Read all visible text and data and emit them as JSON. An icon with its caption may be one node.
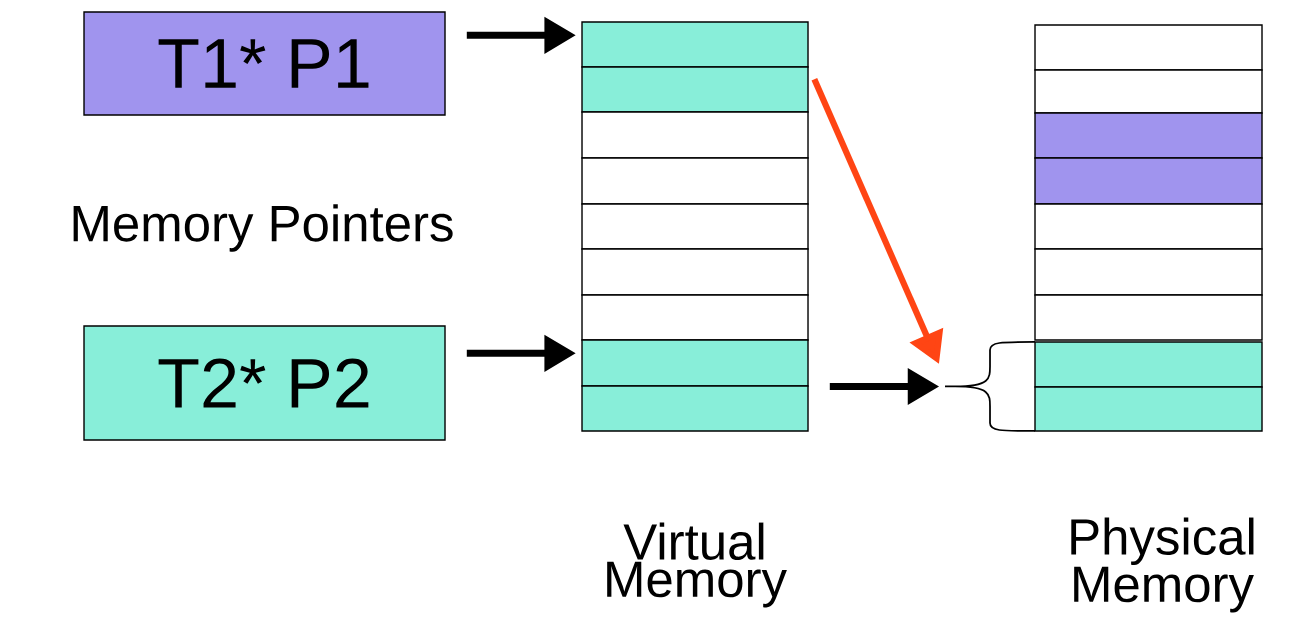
{
  "diagram": {
    "nodes": [
      {
        "text": [
          "T1* P1"
        ]
      },
      {
        "text": [
          "T2* P2"
        ]
      },
      {
        "text": [],
        "shape": "box"
      },
      {
        "text": [],
        "shape": "box"
      },
      {
        "text": [],
        "shape": "box"
      },
      {
        "text": [],
        "shape": "box"
      },
      {
        "text": [],
        "shape": "box"
      },
      {
        "text": [],
        "shape": "box"
      },
      {
        "text": [],
        "shape": "box"
      },
      {
        "text": [],
        "shape": "box"
      },
      {
        "text": [],
        "shape": "box"
      },
      {
        "text": [],
        "shape": "box"
      },
      {
        "text": [],
        "shape": "box"
      },
      {
        "text": [],
        "shape": "box"
      },
      {
        "text": [],
        "shape": "box"
      },
      {
        "text": [],
        "shape": "box"
      },
      {
        "text": [],
        "shape": "box"
      },
      {
        "text": [],
        "shape": "box"
      },
      {
        "text": [],
        "shape": "box"
      },
      {
        "text": [],
        "shape": "box"
      },
      {
        "text": [],
        "shape": "brace"
      }
    ],
    "edges": [
      {
        "from": 0,
        "to": 2,
        "arrow": "to"
      },
      {
        "from": 1,
        "to": 9,
        "arrow": "to"
      },
      {
        "from": 3,
        "to": 20,
        "arrow": "to",
        "color": "#ff4514"
      },
      {
        "from": 10,
        "to": 20,
        "arrow": "to"
      }
    ],
    "labels": [
      "Memory Pointers",
      "Virtual Memory",
      "Physical Memory"
    ]
  }
}
